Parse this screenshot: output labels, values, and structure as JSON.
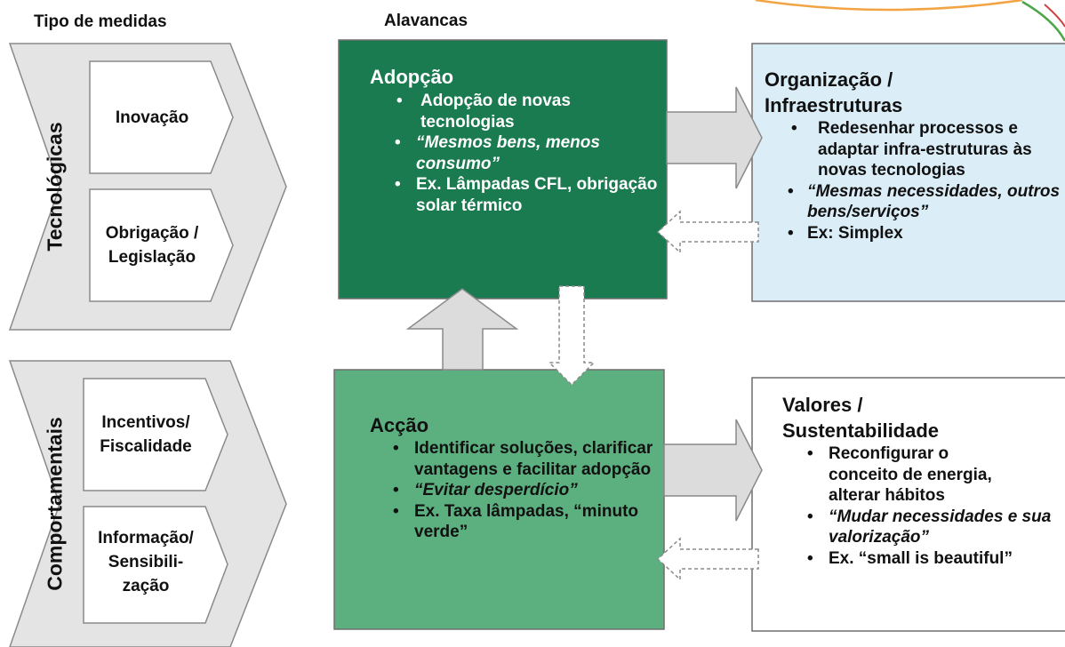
{
  "headers": {
    "tipo": "Tipo de medidas",
    "alavancas": "Alavancas"
  },
  "groups": {
    "tecnologicas": {
      "label": "Tecnológicas",
      "items": [
        "Inovação",
        "Obrigação /\nLegislação"
      ]
    },
    "comportamentais": {
      "label": "Comportamentais",
      "items": [
        "Incentivos/\nFiscalidade",
        "Informação/\nSensibili-\nzação"
      ]
    }
  },
  "boxes": {
    "adopcao": {
      "title": "Adopção",
      "bullets": [
        "Adopção de novas tecnologias",
        "“Mesmos bens, menos consumo”",
        "Ex. Lâmpadas CFL, obrigação solar térmico"
      ]
    },
    "accao": {
      "title": "Acção",
      "bullets": [
        "Identificar soluções, clarificar vantagens e facilitar adopção",
        "“Evitar desperdício”",
        "Ex. Taxa lâmpadas, “minuto verde”"
      ]
    },
    "organizacao": {
      "title": "Organização / Infraestruturas",
      "bullets": [
        "Redesenhar processos e adaptar infra-estruturas às novas tecnologias",
        "“Mesmas necessidades, outros bens/serviços”",
        "Ex: Simplex"
      ]
    },
    "valores": {
      "title": "Valores / Sustentabilidade",
      "bullets": [
        "Reconfigurar o conceito de energia, alterar hábitos",
        "“Mudar necessidades e sua valorização”",
        "Ex. “small is beautiful”"
      ]
    }
  },
  "colors": {
    "dark_green": "#1a7a50",
    "light_green": "#5caf7e",
    "light_blue": "#dbeef8",
    "grey_fill": "#e4e4e4",
    "grey_stroke": "#8a8a8a"
  }
}
